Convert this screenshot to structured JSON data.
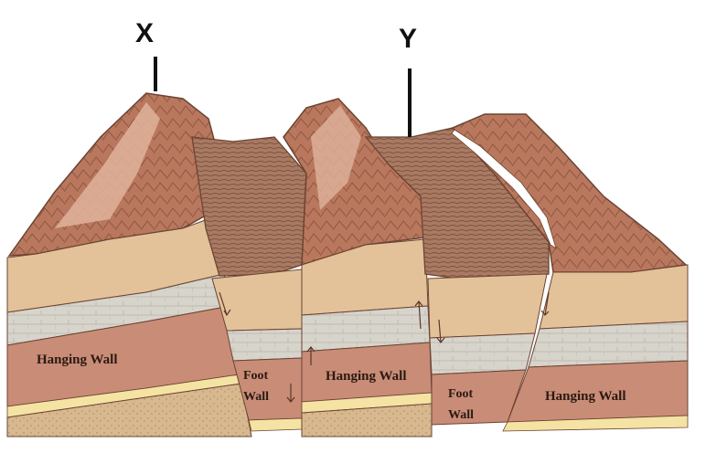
{
  "markers": {
    "x": "X",
    "y": "Y"
  },
  "labels": {
    "hanging_wall_left": "Hanging Wall",
    "foot_wall_left_1": "Foot",
    "foot_wall_left_2": "Wall",
    "hanging_wall_center": "Hanging Wall",
    "foot_wall_right_1": "Foot",
    "foot_wall_right_2": "Wall",
    "hanging_wall_right": "Hanging Wall"
  },
  "colors": {
    "mountain_light": "#d9a58a",
    "mountain_mid": "#b9785e",
    "mountain_dark": "#8e5641",
    "valley": "#a97a62",
    "layer_tan": "#e3c29a",
    "layer_gray": "#d7d4cc",
    "layer_red": "#c98c77",
    "layer_yellow": "#f4e3a3",
    "layer_sand": "#d8b98f",
    "outline": "#6b4433"
  }
}
